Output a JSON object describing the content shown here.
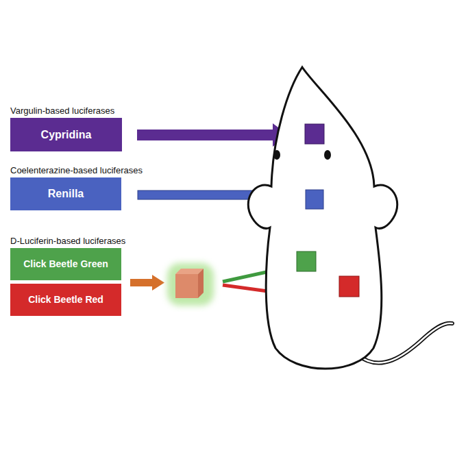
{
  "diagram": {
    "nodes": [
      {
        "text": [
          "Vargulin-based luciferases",
          "Cypridina"
        ]
      },
      {
        "text": [
          "Coelenterazine-based luciferases",
          "Renilla"
        ]
      },
      {
        "text": [
          "D-Luciferin-based luciferases",
          "Click Beetle Green"
        ]
      },
      {
        "text": [
          "Click Beetle Red"
        ]
      }
    ]
  }
}
